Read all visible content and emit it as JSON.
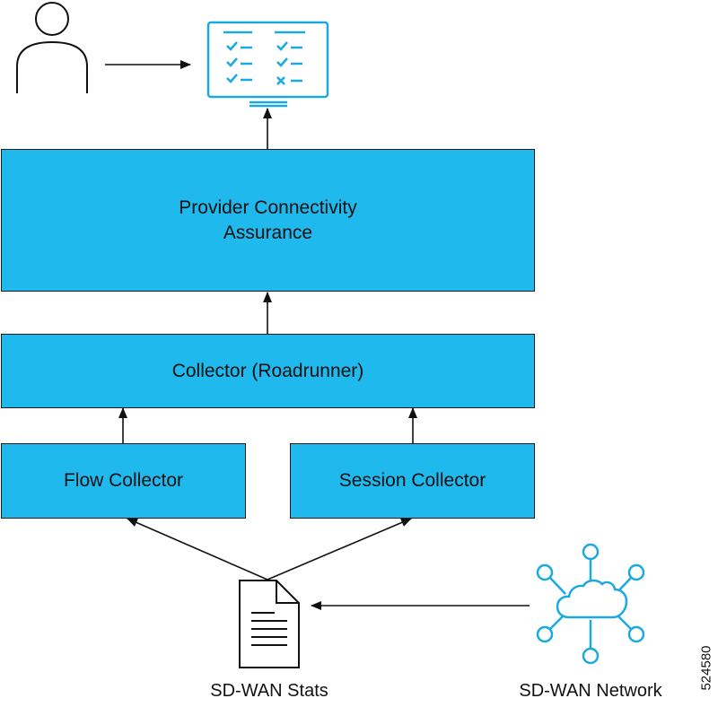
{
  "diagram": {
    "boxes": {
      "pca": "Provider Connectivity\nAssurance",
      "collector": "Collector (Roadrunner)",
      "flow": "Flow Collector",
      "session": "Session Collector"
    },
    "captions": {
      "stats": "SD-WAN Stats",
      "network": "SD-WAN Network"
    },
    "figure_number": "524580"
  },
  "icons": {
    "user": "user-icon",
    "monitor": "checklist-monitor-icon",
    "document": "document-icon",
    "network": "cloud-network-icon"
  },
  "colors": {
    "box_fill": "#1FB9EE",
    "icon_accent": "#1BA9DF",
    "line": "#111111"
  }
}
